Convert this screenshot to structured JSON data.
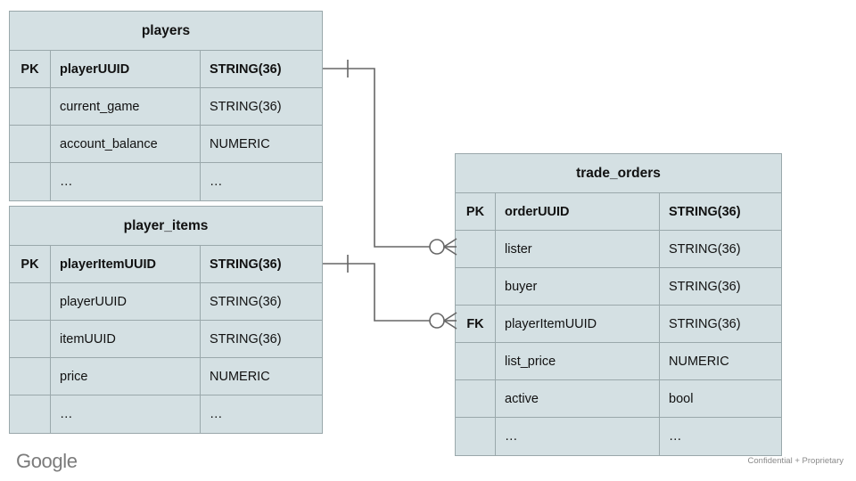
{
  "diagram": {
    "type": "entity-relationship-diagram",
    "notation": "crows-foot",
    "background_color": "#ffffff",
    "entity_fill_color": "#d4e0e3",
    "entity_border_color": "#9aa8ab",
    "connector_color": "#666666",
    "entities": [
      {
        "id": "players",
        "title": "players",
        "rows": [
          {
            "key": "PK",
            "name": "playerUUID",
            "type": "STRING(36)",
            "bold": true
          },
          {
            "key": "",
            "name": "current_game",
            "type": "STRING(36)",
            "bold": false
          },
          {
            "key": "",
            "name": "account_balance",
            "type": "NUMERIC",
            "bold": false
          },
          {
            "key": "",
            "name": "…",
            "type": "…",
            "bold": false
          }
        ]
      },
      {
        "id": "player_items",
        "title": "player_items",
        "rows": [
          {
            "key": "PK",
            "name": "playerItemUUID",
            "type": "STRING(36)",
            "bold": true
          },
          {
            "key": "",
            "name": "playerUUID",
            "type": "STRING(36)",
            "bold": false
          },
          {
            "key": "",
            "name": "itemUUID",
            "type": "STRING(36)",
            "bold": false
          },
          {
            "key": "",
            "name": "price",
            "type": "NUMERIC",
            "bold": false
          },
          {
            "key": "",
            "name": "…",
            "type": "…",
            "bold": false
          }
        ]
      },
      {
        "id": "trade_orders",
        "title": "trade_orders",
        "rows": [
          {
            "key": "PK",
            "name": "orderUUID",
            "type": "STRING(36)",
            "bold": true
          },
          {
            "key": "",
            "name": "lister",
            "type": "STRING(36)",
            "bold": false
          },
          {
            "key": "",
            "name": "buyer",
            "type": "STRING(36)",
            "bold": false
          },
          {
            "key": "FK",
            "name": "playerItemUUID",
            "type": "STRING(36)",
            "bold": false
          },
          {
            "key": "",
            "name": "list_price",
            "type": "NUMERIC",
            "bold": false
          },
          {
            "key": "",
            "name": "active",
            "type": "bool",
            "bold": false
          },
          {
            "key": "",
            "name": "…",
            "type": "…",
            "bold": false
          }
        ]
      }
    ],
    "relationships": [
      {
        "id": "players-to-trade-orders",
        "from_entity": "players",
        "from_row": "playerUUID",
        "from_cardinality": "one",
        "to_entity": "trade_orders",
        "to_row": "lister",
        "to_cardinality": "zero-or-many"
      },
      {
        "id": "player-items-to-trade-orders",
        "from_entity": "player_items",
        "from_row": "playerItemUUID",
        "from_cardinality": "one",
        "to_entity": "trade_orders",
        "to_row": "playerItemUUID",
        "to_cardinality": "zero-or-many"
      }
    ]
  },
  "footer": {
    "logo_text": "Google",
    "confidential_text": "Confidential + Proprietary"
  }
}
